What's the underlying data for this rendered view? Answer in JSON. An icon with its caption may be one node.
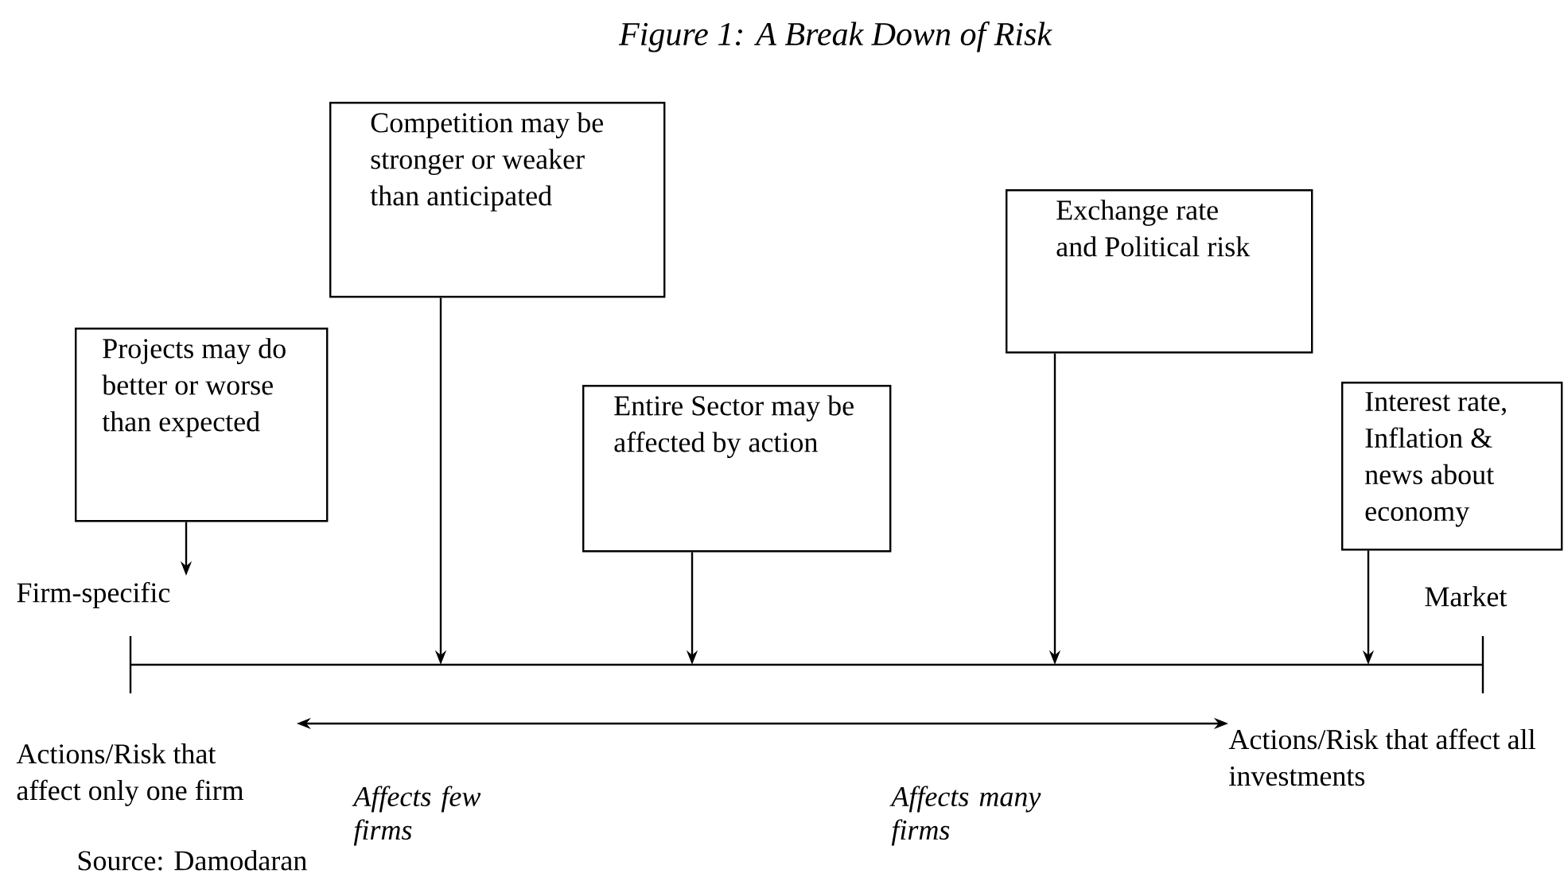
{
  "diagram": {
    "title": "Figure 1: A Break Down of Risk",
    "caption": "Source:  Damodaran",
    "nodes": [
      {
        "text": [
          "Projects may do better or worse than expected"
        ]
      },
      {
        "text": [
          "Competition may be stronger or weaker than anticipated"
        ]
      },
      {
        "text": [
          "Entire Sector may be affected by action"
        ]
      },
      {
        "text": [
          "Exchange rate and Political risk"
        ]
      },
      {
        "text": [
          "Interest rate, Inflation & news about economy"
        ]
      },
      {
        "text": [
          "Actions/Risk that affect only one firm"
        ]
      },
      {
        "text": [
          "Actions/Risk that affect all investments"
        ]
      },
      {
        "text": [
          "Firm-specific"
        ]
      }
    ],
    "edges": [
      {
        "from": 0,
        "to": 7,
        "arrow": "to"
      },
      {
        "from": 1,
        "to": null,
        "arrow": "to"
      },
      {
        "from": 2,
        "to": null,
        "arrow": "to"
      },
      {
        "from": 3,
        "to": null,
        "arrow": "to"
      },
      {
        "from": 4,
        "to": null,
        "arrow": "to"
      },
      {
        "from": 5,
        "to": 6,
        "arrow": "both"
      }
    ],
    "labels": [
      "Market",
      "Affects few firms",
      "Affects many firms"
    ]
  }
}
